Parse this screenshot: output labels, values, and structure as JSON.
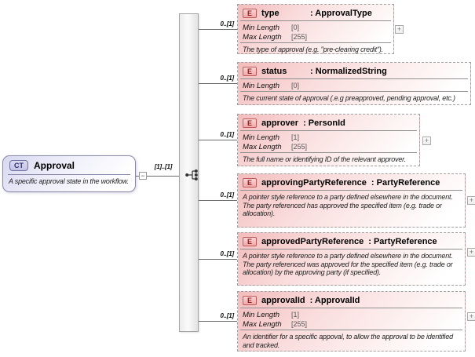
{
  "root": {
    "badge": "CT",
    "name": "Approval",
    "annotation": "A specific approval state in the workflow.",
    "cardinality": "[1]..[1]",
    "collapse_glyph": "−"
  },
  "compositor": "sequence",
  "expand_glyph": "+",
  "elements": [
    {
      "badge": "E",
      "name": "type",
      "type": ": ApprovalType",
      "cardinality": "0..[1]",
      "facets": [
        {
          "label": "Min Length",
          "value": "[0]"
        },
        {
          "label": "Max Length",
          "value": "[255]"
        }
      ],
      "annotation": "The type of approval (e.g. \"pre-clearing credit\")."
    },
    {
      "badge": "E",
      "name": "status",
      "type": ": NormalizedString",
      "cardinality": "0..[1]",
      "facets": [
        {
          "label": "Min Length",
          "value": "[0]"
        }
      ],
      "annotation": "The current state of approval (.e.g preapproved, pending approval, etc.)"
    },
    {
      "badge": "E",
      "name": "approver",
      "type": ": PersonId",
      "cardinality": "0..[1]",
      "facets": [
        {
          "label": "Min Length",
          "value": "[1]"
        },
        {
          "label": "Max Length",
          "value": "[255]"
        }
      ],
      "annotation": "The full name or identifying ID of the relevant approver."
    },
    {
      "badge": "E",
      "name": "approvingPartyReference",
      "type": ": PartyReference",
      "cardinality": "0..[1]",
      "facets": [],
      "annotation": "A pointer style reference to a party defined elsewhere in the document. The party referenced has approved the specified item (e.g. trade or allocation)."
    },
    {
      "badge": "E",
      "name": "approvedPartyReference",
      "type": ": PartyReference",
      "cardinality": "0..[1]",
      "facets": [],
      "annotation": "A pointer style reference to a party defined elsewhere in the document. The party referenced was approved for the specified item (e.g. trade or allocation) by the approving party (if specified)."
    },
    {
      "badge": "E",
      "name": "approvalId",
      "type": ": ApprovalId",
      "cardinality": "0..[1]",
      "facets": [
        {
          "label": "Min Length",
          "value": "[1]"
        },
        {
          "label": "Max Length",
          "value": "[255]"
        }
      ],
      "annotation": "An identifier for a specific appoval, to allow the approval to be identified and tracked."
    }
  ],
  "colors": {
    "element_fill": "#f3bcbc",
    "element_badge_border": "#c05b5b",
    "root_fill": "#d8d8f0",
    "root_badge_border": "#7272a3",
    "connector": "#6b6b6b"
  }
}
